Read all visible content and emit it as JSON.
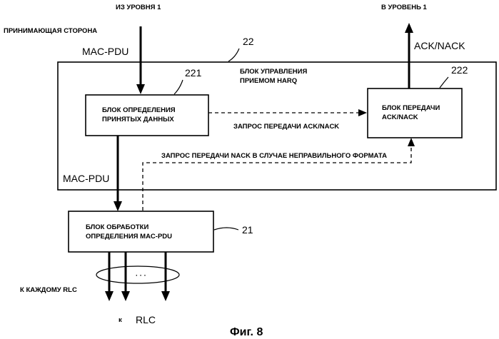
{
  "labels": {
    "from_level1": "ИЗ УРОВНЯ 1",
    "to_level1": "В УРОВЕНЬ 1",
    "receiving_side": "ПРИНИМАЮЩАЯ СТОРОНА",
    "mac_pdu_in": "MAC-PDU",
    "mac_pdu_mid": "MAC-PDU",
    "ack_nack": "ACK/NACK",
    "harq_block_line1": "БЛОК УПРАВЛЕНИЯ",
    "harq_block_line2": "ПРИЕМОМ HARQ",
    "det_block_line1": "БЛОК ОПРЕДЕЛЕНИЯ",
    "det_block_line2": "ПРИНЯТЫХ ДАННЫХ",
    "tx_block_line1": "БЛОК ПЕРЕДАЧИ",
    "tx_block_line2": "ACK/NACK",
    "req_ack_nack": "ЗАПРОС ПЕРЕДАЧИ ACK/NACK",
    "req_nack_format": "ЗАПРОС ПЕРЕДАЧИ NACK В СЛУЧАЕ НЕПРАВИЛЬНОГО ФОРМАТА",
    "proc_block_line1": "БЛОК ОБРАБОТКИ",
    "proc_block_line2": "ОПРЕДЕЛЕНИЯ MAC-PDU",
    "to_each_rlc": "К КАЖДОМУ RLC",
    "k": "к",
    "rlc": "RLC",
    "dots": "· · ·",
    "figure_caption": "Фиг. 8"
  },
  "refs": {
    "harq_block": "22",
    "det_block": "221",
    "tx_block": "222",
    "proc_block": "21"
  }
}
